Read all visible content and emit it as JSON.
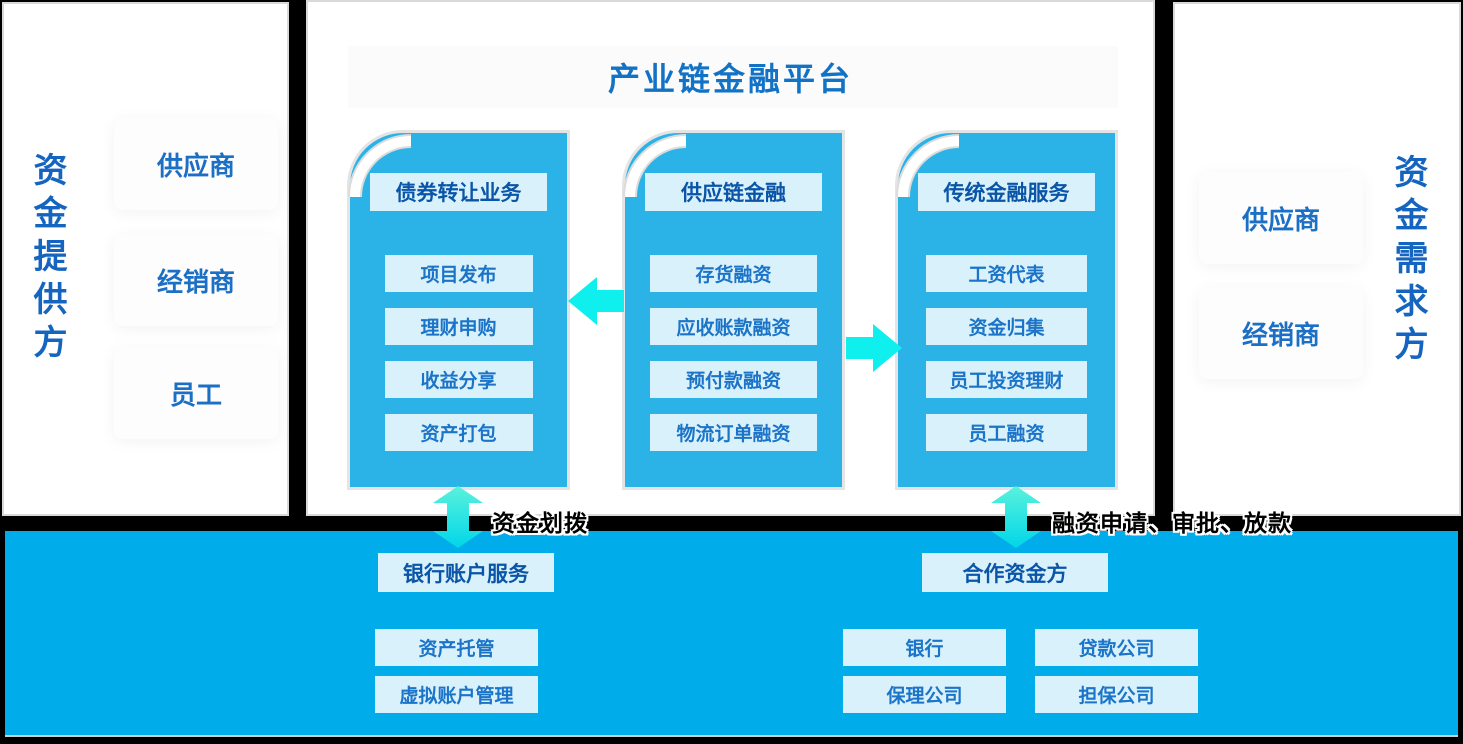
{
  "colors": {
    "bottom_blue": "#00ace9",
    "card_blue": "#2bb3e8",
    "light_box": "#d9f1fb",
    "arrow_cyan": "#0ff0ee",
    "title_blue": "#1272c6",
    "header_text_blue": "#0a55a8",
    "item_text_blue": "#1b74c8"
  },
  "left_panel": {
    "title": "资金提供方",
    "items": [
      "供应商",
      "经销商",
      "员工"
    ]
  },
  "right_panel": {
    "title": "资金需求方",
    "items": [
      "供应商",
      "经销商"
    ]
  },
  "platform": {
    "title": "产业链金融平台",
    "cards": [
      {
        "header": "债券转让业务",
        "items": [
          "项目发布",
          "理财申购",
          "收益分享",
          "资产打包"
        ]
      },
      {
        "header": "供应链金融",
        "items": [
          "存货融资",
          "应收账款融资",
          "预付款融资",
          "物流订单融资"
        ]
      },
      {
        "header": "传统金融服务",
        "items": [
          "工资代表",
          "资金归集",
          "员工投资理财",
          "员工融资"
        ]
      }
    ]
  },
  "flows": {
    "fund_transfer_label": "资金划拨",
    "financing_label": "融资申请、审批、放款"
  },
  "bottom": {
    "bank_services": {
      "header": "银行账户服务",
      "items": [
        "资产托管",
        "虚拟账户管理"
      ]
    },
    "partners": {
      "header": "合作资金方",
      "items": [
        "银行",
        "贷款公司",
        "保理公司",
        "担保公司"
      ]
    }
  }
}
